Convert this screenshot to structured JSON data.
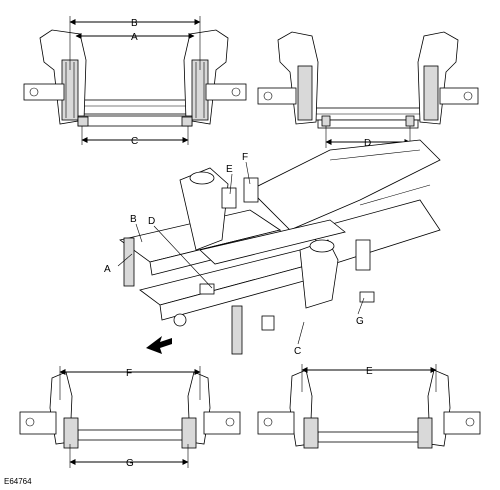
{
  "labels": {
    "A": "A",
    "B": "B",
    "C": "C",
    "D": "D",
    "E": "E",
    "F": "F",
    "G": "G"
  },
  "figure_code": "E64764"
}
